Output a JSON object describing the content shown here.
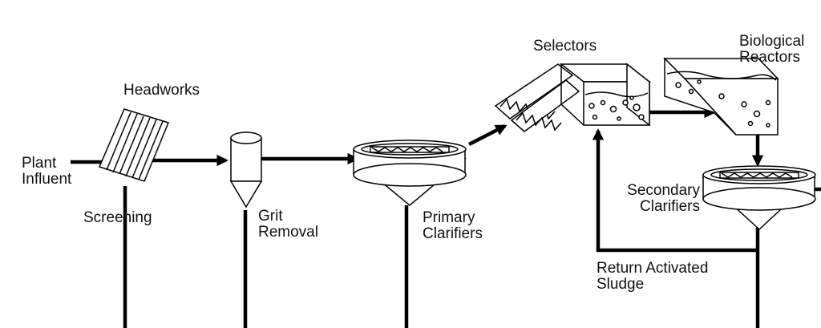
{
  "labels": {
    "plant_influent": [
      "Plant",
      "Influent"
    ],
    "headworks": "Headworks",
    "screening": "Screening",
    "grit_removal": [
      "Grit",
      "Removal"
    ],
    "primary_clarifiers": [
      "Primary",
      "Clarifiers"
    ],
    "selectors": "Selectors",
    "biological_reactors": [
      "Biological",
      "Reactors"
    ],
    "secondary_clarifiers": [
      "Secondary",
      "Clarifiers"
    ],
    "return_activated_sludge": [
      "Return Activated",
      "Sludge"
    ]
  },
  "colors": {
    "line": "#000000",
    "background": "#ffffff"
  }
}
